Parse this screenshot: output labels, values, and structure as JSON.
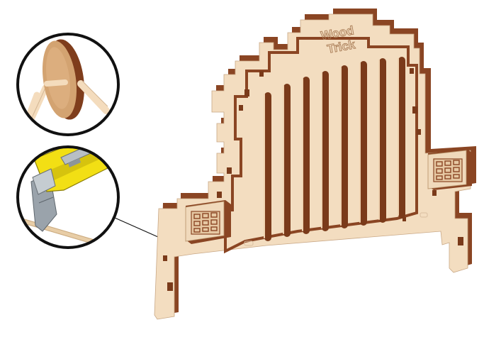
{
  "panel": {
    "logo_text": [
      "Wood",
      "Trick"
    ]
  },
  "callouts": [
    {
      "name": "detail-callout-disc",
      "icon": "wooden-disc-icon"
    },
    {
      "name": "detail-callout-knife",
      "icon": "utility-knife-icon"
    }
  ],
  "colors": {
    "wood_face": "#f3ddc0",
    "wood_edge": "#8a4523",
    "wood_slot": "#7a3a1a",
    "knife_yellow": "#f2df14",
    "blade_gray": "#9aa3ab",
    "outline": "#111111"
  }
}
